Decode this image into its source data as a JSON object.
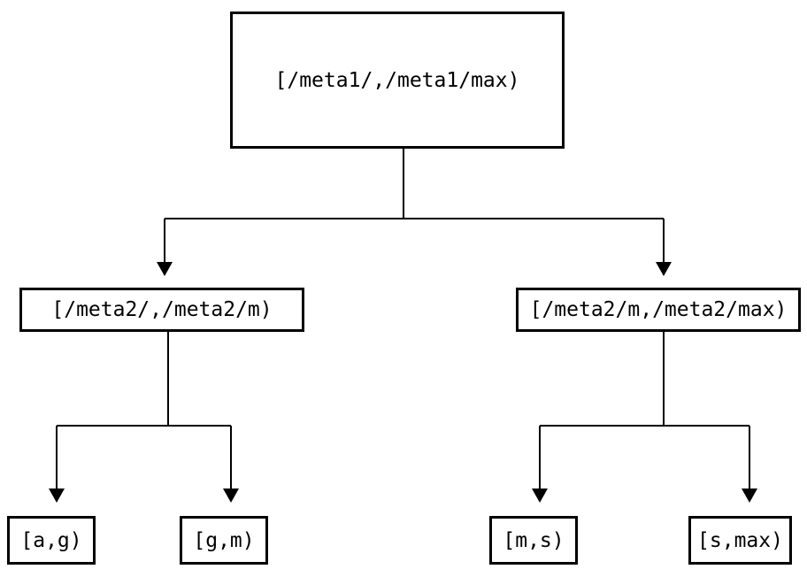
{
  "diagram": {
    "type": "tree",
    "description": "Two-level key-range partition tree",
    "colors": {
      "background": "#ffffff",
      "node_border": "#000000",
      "edge": "#000000",
      "text": "#000000"
    },
    "nodes": {
      "root": {
        "id": "root",
        "label": "[/meta1/,/meta1/max)"
      },
      "left": {
        "id": "left",
        "label": "[/meta2/,/meta2/m)"
      },
      "right": {
        "id": "right",
        "label": "[/meta2/m,/meta2/max)"
      },
      "leaf_ag": {
        "id": "leaf_ag",
        "label": "[a,g)"
      },
      "leaf_gm": {
        "id": "leaf_gm",
        "label": "[g,m)"
      },
      "leaf_ms": {
        "id": "leaf_ms",
        "label": "[m,s)"
      },
      "leaf_smax": {
        "id": "leaf_smax",
        "label": "[s,max)"
      }
    },
    "edges": [
      {
        "from": "root",
        "to": "left"
      },
      {
        "from": "root",
        "to": "right"
      },
      {
        "from": "left",
        "to": "leaf_ag"
      },
      {
        "from": "left",
        "to": "leaf_gm"
      },
      {
        "from": "right",
        "to": "leaf_ms"
      },
      {
        "from": "right",
        "to": "leaf_smax"
      }
    ]
  }
}
